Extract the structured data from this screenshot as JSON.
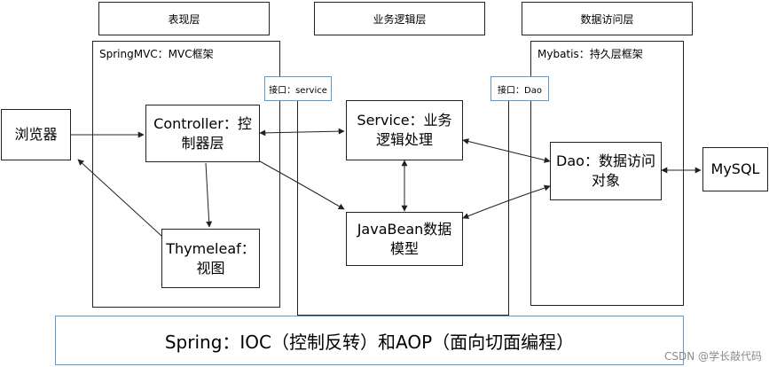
{
  "layers": {
    "presentation": "表现层",
    "business": "业务逻辑层",
    "data_access": "数据访问层"
  },
  "regions": {
    "springmvc": "SpringMVC：MVC框架",
    "mybatis": "Mybatis：持久层框架"
  },
  "interfaces": {
    "service": "接口：service",
    "dao": "接口：Dao"
  },
  "nodes": {
    "browser": "浏览器",
    "controller": "Controller：控制器层",
    "thymeleaf": "Thymeleaf：视图",
    "service": "Service：业务逻辑处理",
    "javabean": "JavaBean数据模型",
    "dao": "Dao：数据访问对象",
    "mysql": "MySQL"
  },
  "spring": "Spring：IOC（控制反转）和AOP（面向切面编程）",
  "watermark": "CSDN @学长敲代码",
  "colors": {
    "accent": "#5b9bd5",
    "line": "#222222"
  }
}
